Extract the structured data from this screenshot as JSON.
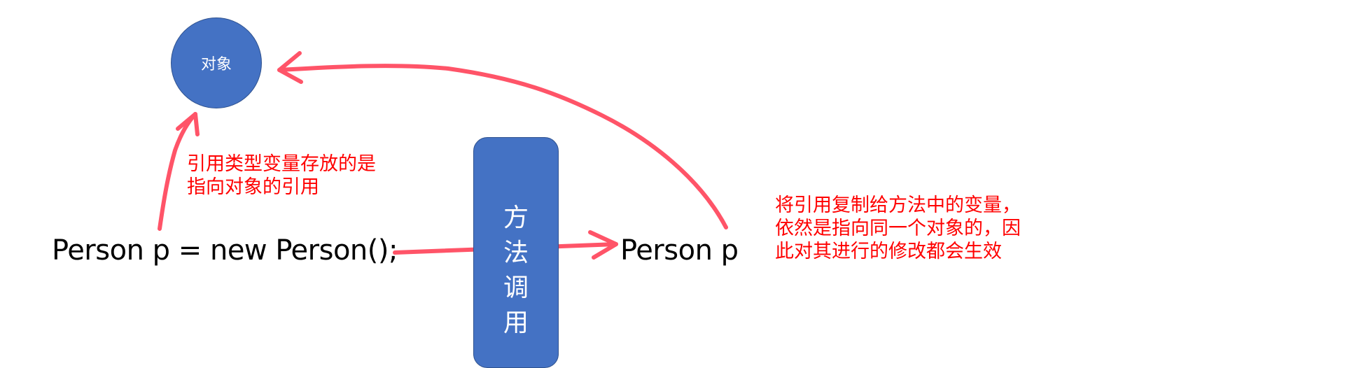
{
  "diagram": {
    "object_node": {
      "label": "对象",
      "fill": "#4472C4",
      "border": "#2F528F"
    },
    "method_call_box": {
      "chars": [
        "方",
        "法",
        "调",
        "用"
      ],
      "label": "方法调用",
      "fill": "#4472C4"
    },
    "code_left": "Person p = new Person();",
    "code_right": "Person p",
    "note_left": {
      "lines": [
        "引用类型变量存放的是",
        "指向对象的引用"
      ]
    },
    "note_right": {
      "lines": [
        "将引用复制给方法中的变量，",
        "依然是指向同一个对象的，因",
        "此对其进行的修改都会生效"
      ]
    },
    "arrows": [
      {
        "from": "code_left",
        "to": "object_node",
        "meaning": "reference points to object"
      },
      {
        "from": "code_left",
        "to": "code_right",
        "meaning": "passed via method call"
      },
      {
        "from": "code_right",
        "to": "object_node",
        "meaning": "copied reference points to same object"
      }
    ],
    "colors": {
      "arrow": "#FF5468",
      "note_text": "#FF0000",
      "code_text": "#000000",
      "shape_fill": "#4472C4"
    }
  }
}
